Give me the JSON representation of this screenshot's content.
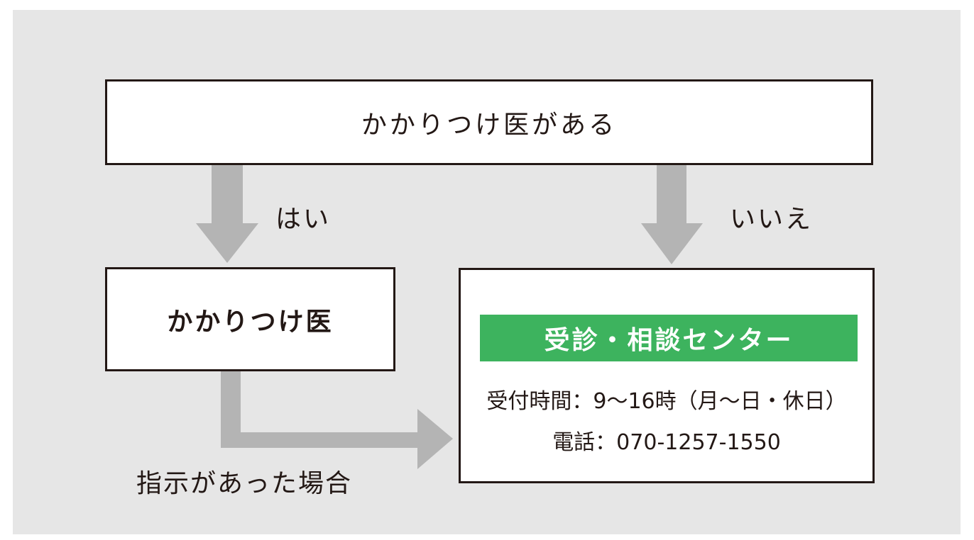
{
  "question": {
    "label": "かかりつけ医がある"
  },
  "branches": {
    "yes_label": "はい",
    "no_label": "いいえ",
    "instruct_label": "指示があった場合"
  },
  "doctor": {
    "label": "かかりつけ医"
  },
  "center": {
    "title": "受診・相談センター",
    "hours": "受付時間：9～16時（月～日・休日）",
    "phone": "電話：070-1257-1550"
  },
  "colors": {
    "background": "#e6e6e6",
    "arrow": "#b4b4b4",
    "center_title_bg": "#3db35e",
    "border": "#231815"
  }
}
